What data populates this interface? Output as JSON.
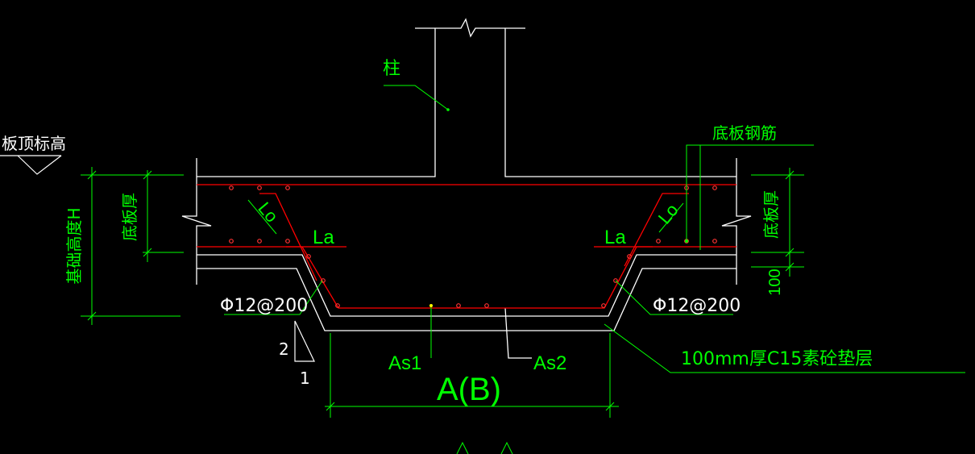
{
  "labels": {
    "column": "柱",
    "slab_top_elevation": "板顶标高",
    "bottom_rebar": "底板钢筋",
    "slab_thickness_left": "底板厚",
    "slab_thickness_right": "底板厚",
    "foundation_height": "基础高度H",
    "lo_left": "Lo",
    "lo_right": "Lo",
    "la_left": "La",
    "la_right": "La",
    "rebar_spec_left": "Φ12@200",
    "rebar_spec_right": "Φ12@200",
    "as1": "As1",
    "as2": "As2",
    "width": "A(B)",
    "cushion": "100mm厚C15素砼垫层",
    "cushion_thickness": "100",
    "slope_rise": "2",
    "slope_run": "1"
  },
  "colors": {
    "background": "#000000",
    "outline": "#ffffff",
    "rebar": "#ff0000",
    "annotation": "#00ff00",
    "rebar_dot": "#ff3333",
    "leader_dot": "#ffff00"
  }
}
